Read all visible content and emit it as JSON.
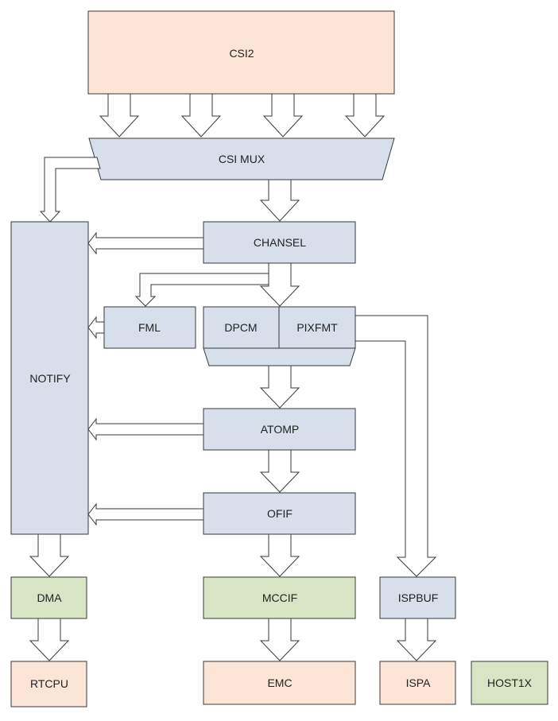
{
  "blocks": {
    "csi2": "CSI2",
    "csi_mux": "CSI MUX",
    "notify": "NOTIFY",
    "chansel": "CHANSEL",
    "fml": "FML",
    "dpcm": "DPCM",
    "pixfmt": "PIXFMT",
    "atomp": "ATOMP",
    "ofif": "OFIF",
    "dma": "DMA",
    "mccif": "MCCIF",
    "ispbuf": "ISPBUF",
    "rtcpu": "RTCPU",
    "emc": "EMC",
    "ispa": "ISPA",
    "host1x": "HOST1X"
  },
  "colors": {
    "peach": "#fce4d6",
    "blue": "#d6dfea",
    "green": "#d8e5c4",
    "stroke": "#3a3a3a"
  }
}
